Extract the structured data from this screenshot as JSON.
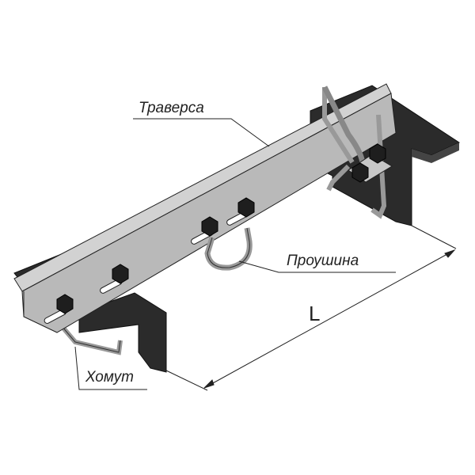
{
  "labels": {
    "traverse": "Траверса",
    "eyelet": "Проушина",
    "clamp": "Хомут",
    "length": "L"
  },
  "colors": {
    "steel": "#b9b9b9",
    "steel_dark": "#8f8f8f",
    "bracket": "#2b2b2b",
    "line": "#222222"
  }
}
